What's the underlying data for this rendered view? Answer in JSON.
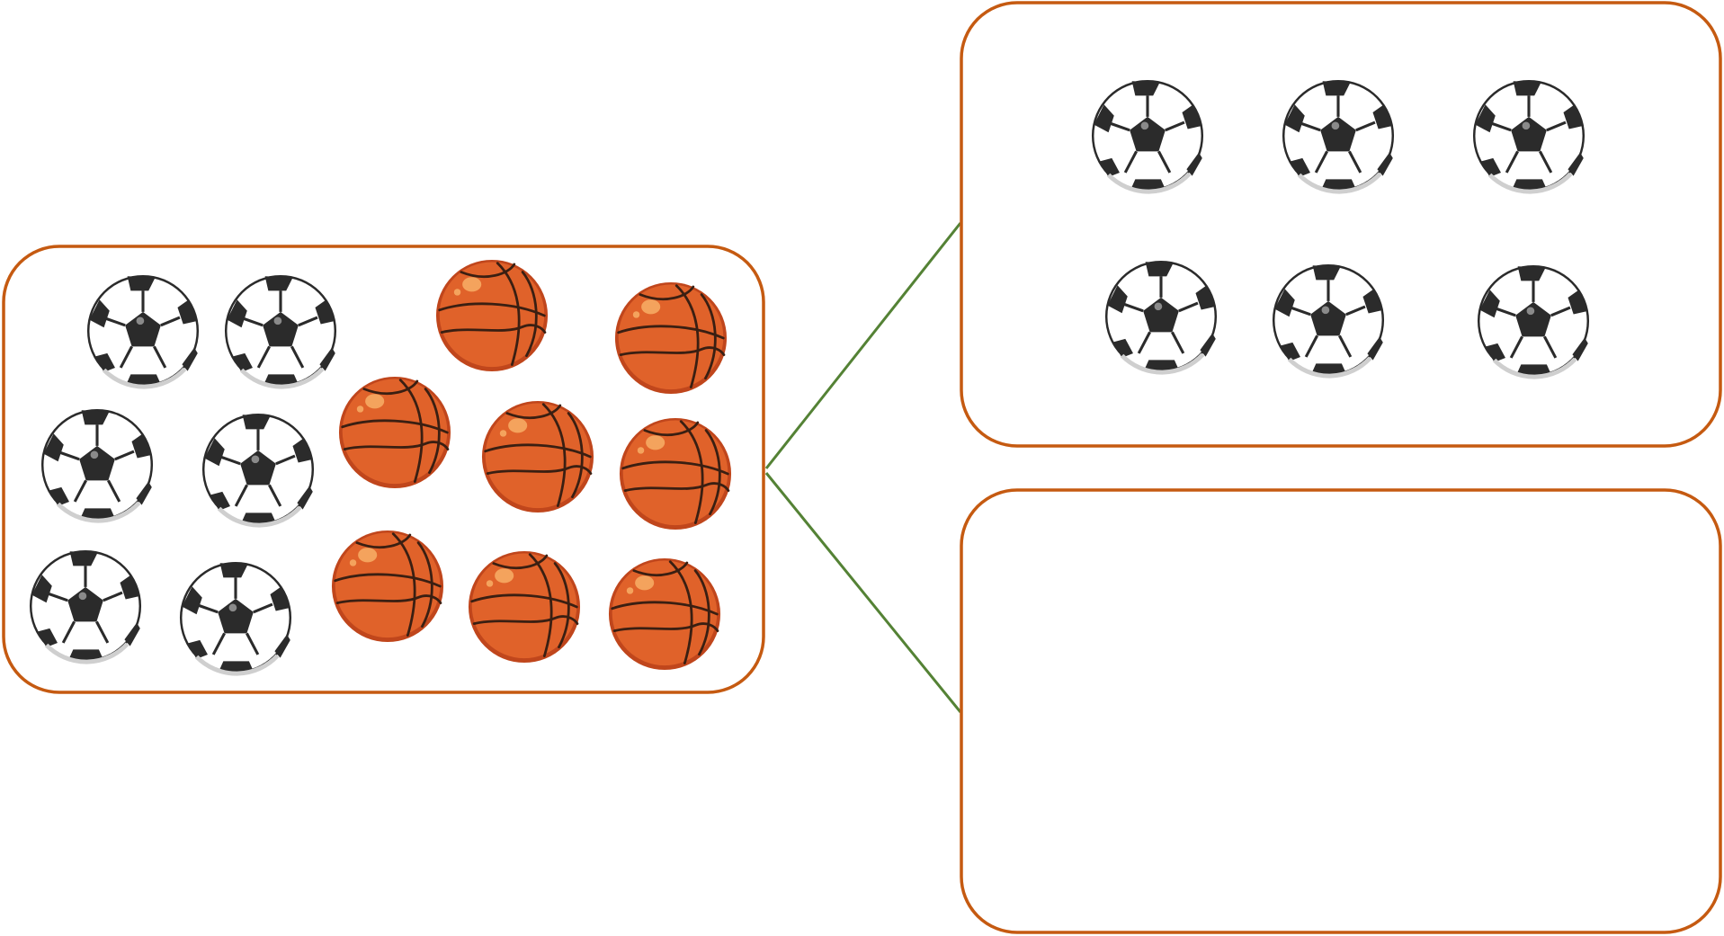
{
  "colors": {
    "box_border": "#c55a11",
    "connector": "#548235",
    "ball_orange": "#e0622a",
    "ball_orange_dark": "#c0461c",
    "ball_highlight": "#f4a35d",
    "ball_seam": "#3a1f12",
    "soccer_white": "#ffffff",
    "soccer_black": "#2b2b2b"
  },
  "icons": {
    "soccer": "soccer-ball-icon",
    "basketball": "basketball-icon"
  },
  "groups": {
    "all_balls": {
      "soccer_count": 6,
      "basketball_count": 8
    },
    "sorted_group_1": {
      "soccer_count": 6,
      "basketball_count": 0
    },
    "sorted_group_2": {
      "soccer_count": 0,
      "basketball_count": 0
    }
  }
}
